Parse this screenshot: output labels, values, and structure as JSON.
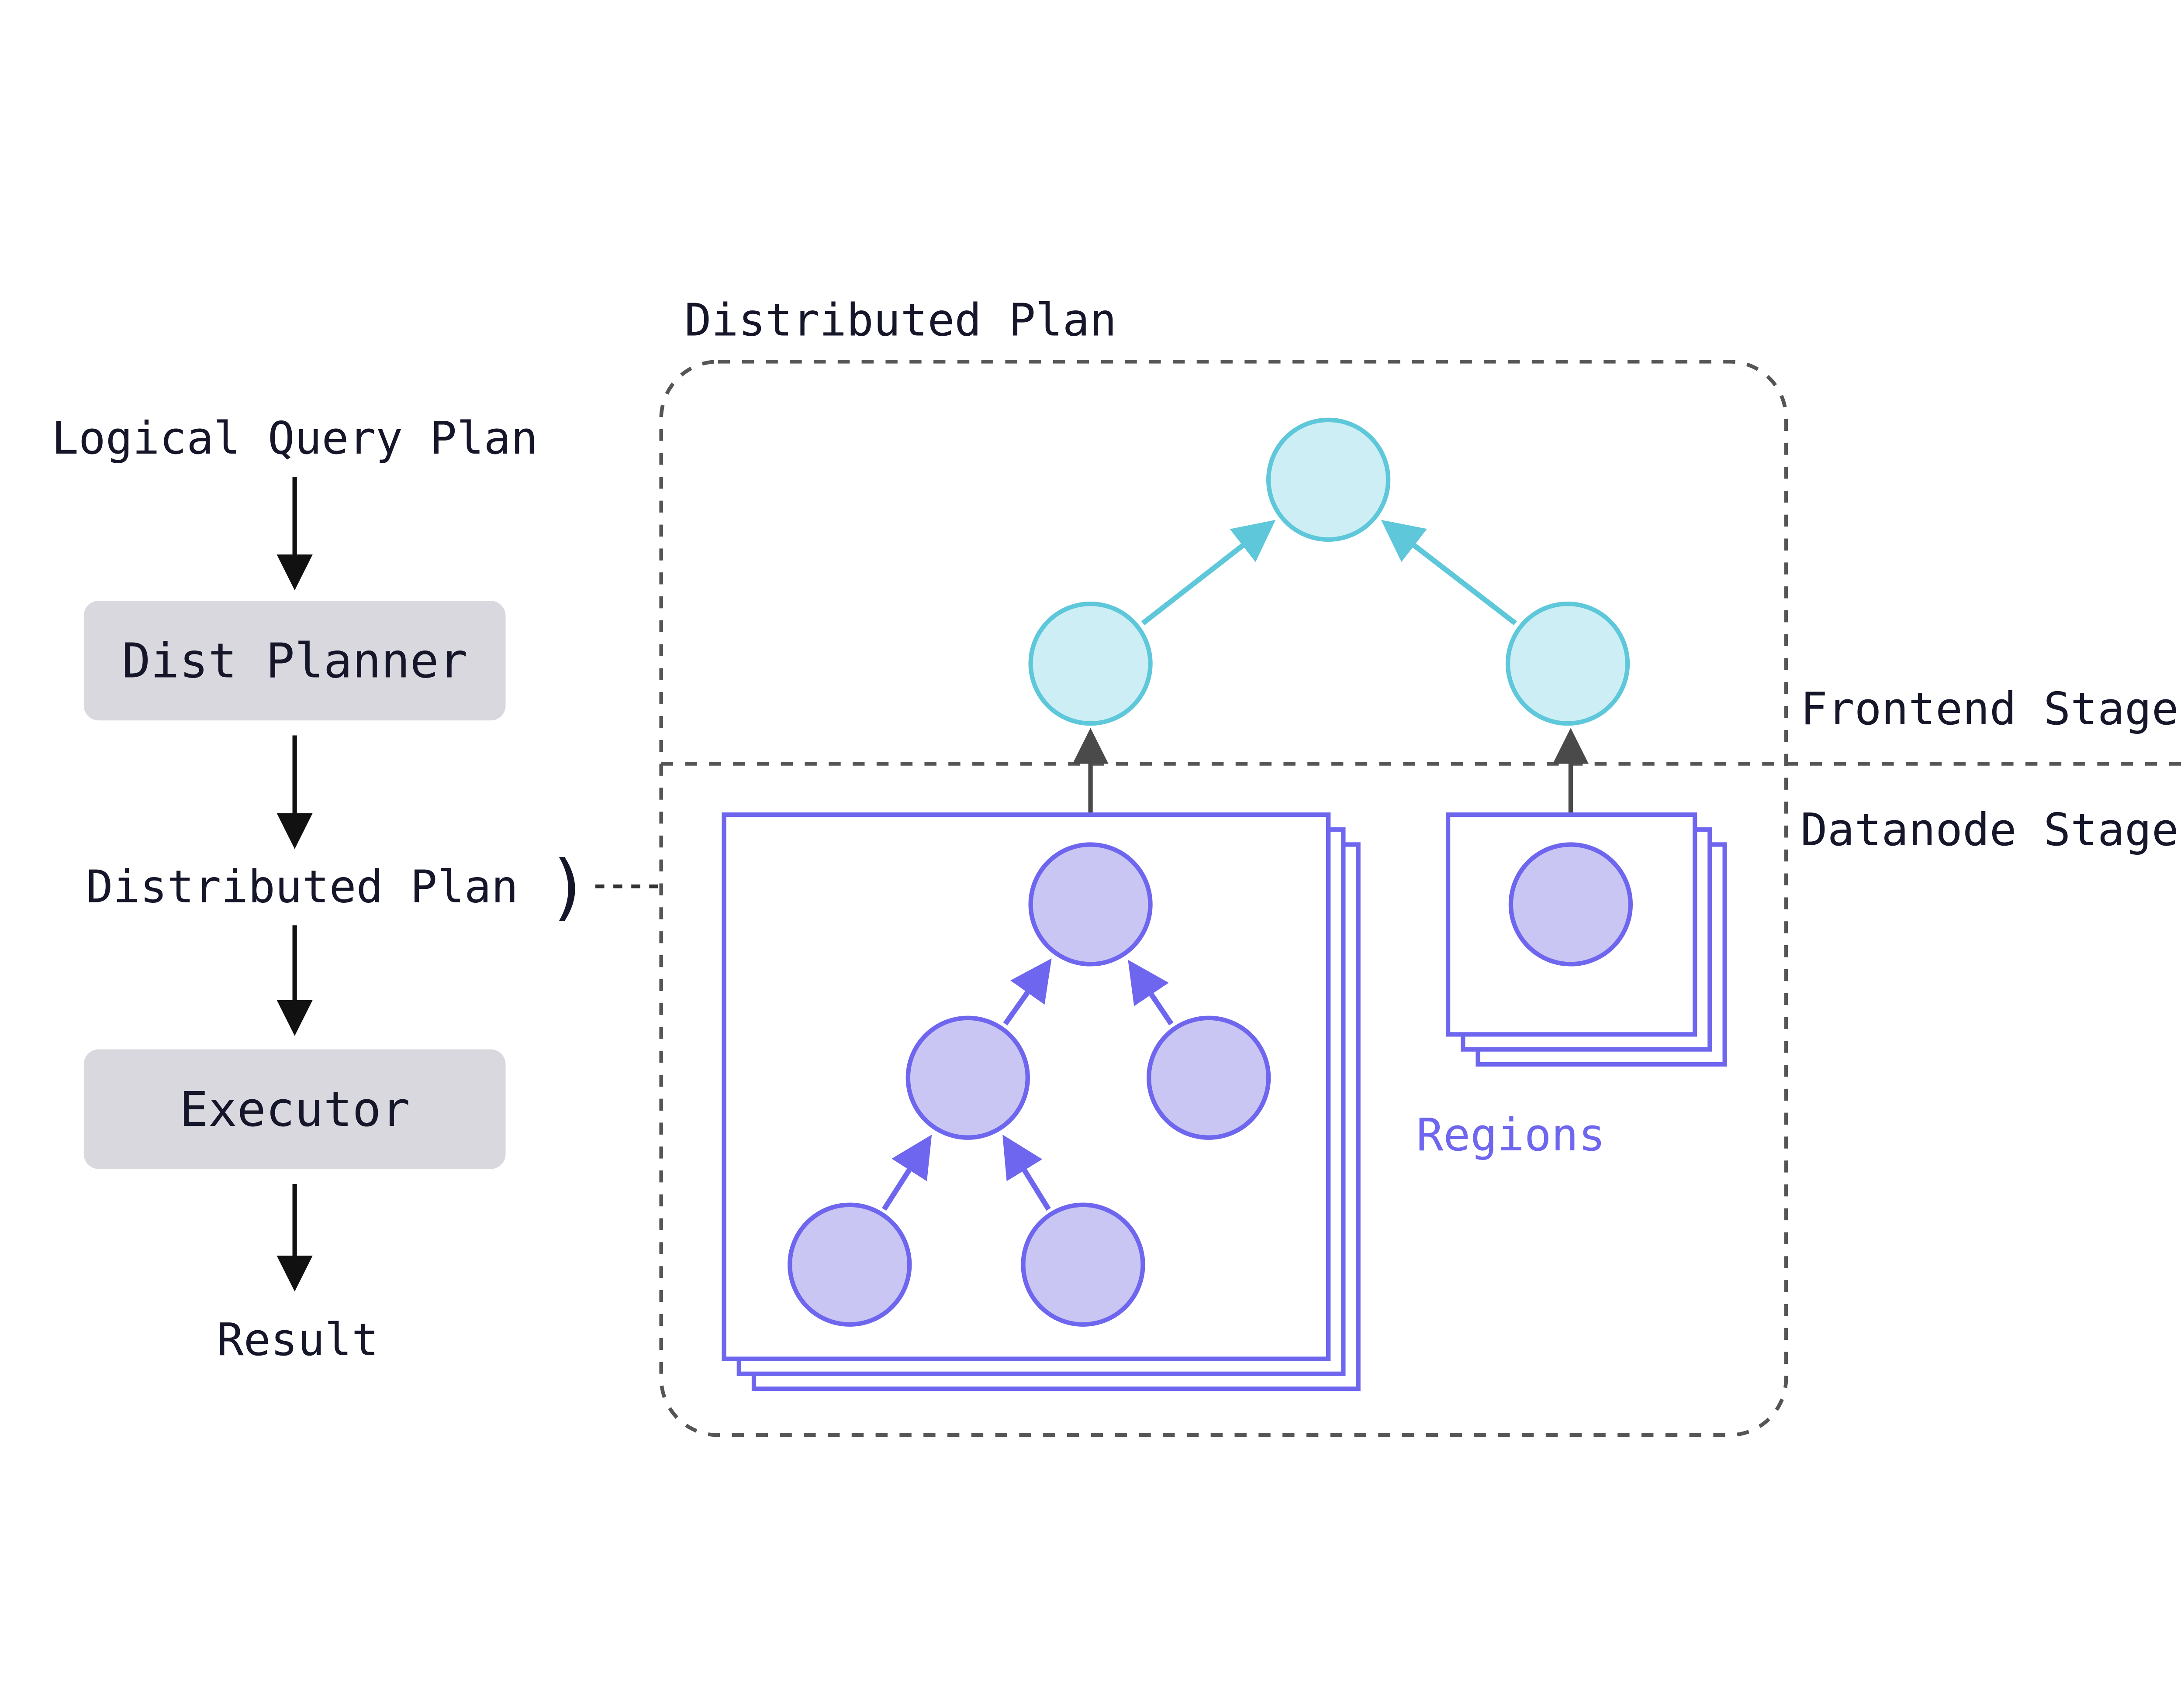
{
  "left_flow": {
    "logical_query_plan_label": "Logical Query Plan",
    "dist_planner_label": "Dist Planner",
    "distributed_plan_label": "Distributed Plan",
    "connector_bracket": ")",
    "executor_label": "Executor",
    "result_label": "Result"
  },
  "distributed_plan_panel": {
    "title": "Distributed Plan",
    "frontend_stage_label": "Frontend Stage",
    "datanode_stage_label": "Datanode Stage",
    "regions_label": "Regions"
  },
  "colors": {
    "frontend_node_fill": "#cdeef5",
    "frontend_node_stroke": "#5ec8da",
    "datanode_node_fill": "#c9c6f4",
    "datanode_node_stroke": "#6e66ee",
    "region_box_stroke": "#6e66ee",
    "process_box_fill": "#d8d8de",
    "flow_arrow_color": "#111111",
    "stage_divider_color": "#555555",
    "text_color": "#16162a",
    "regions_label_color": "#6e66ee"
  }
}
